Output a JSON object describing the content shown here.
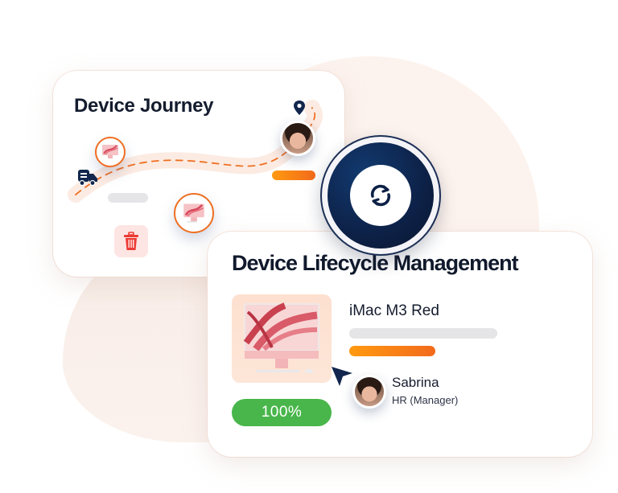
{
  "journey_card": {
    "title": "Device Journey",
    "icons": [
      "truck-icon",
      "monitor-icon",
      "location-pin-icon",
      "trash-icon"
    ],
    "progress_bar_color": "#f58a17",
    "route_color": "#ef6f22"
  },
  "sync_badge": {
    "icon": "sync-icon",
    "color": "#0d2147"
  },
  "lifecycle_card": {
    "title": "Device Lifecycle Management",
    "device": {
      "name": "iMac M3 Red",
      "image": "imac-red-icon"
    },
    "progress": {
      "label": "100%",
      "color": "#48b64a"
    },
    "assignee": {
      "name": "Sabrina",
      "role": "HR (Manager)"
    }
  },
  "colors": {
    "accent_orange": "#f26a1b",
    "navy": "#0d2147",
    "blob": "#fdf3ee"
  }
}
